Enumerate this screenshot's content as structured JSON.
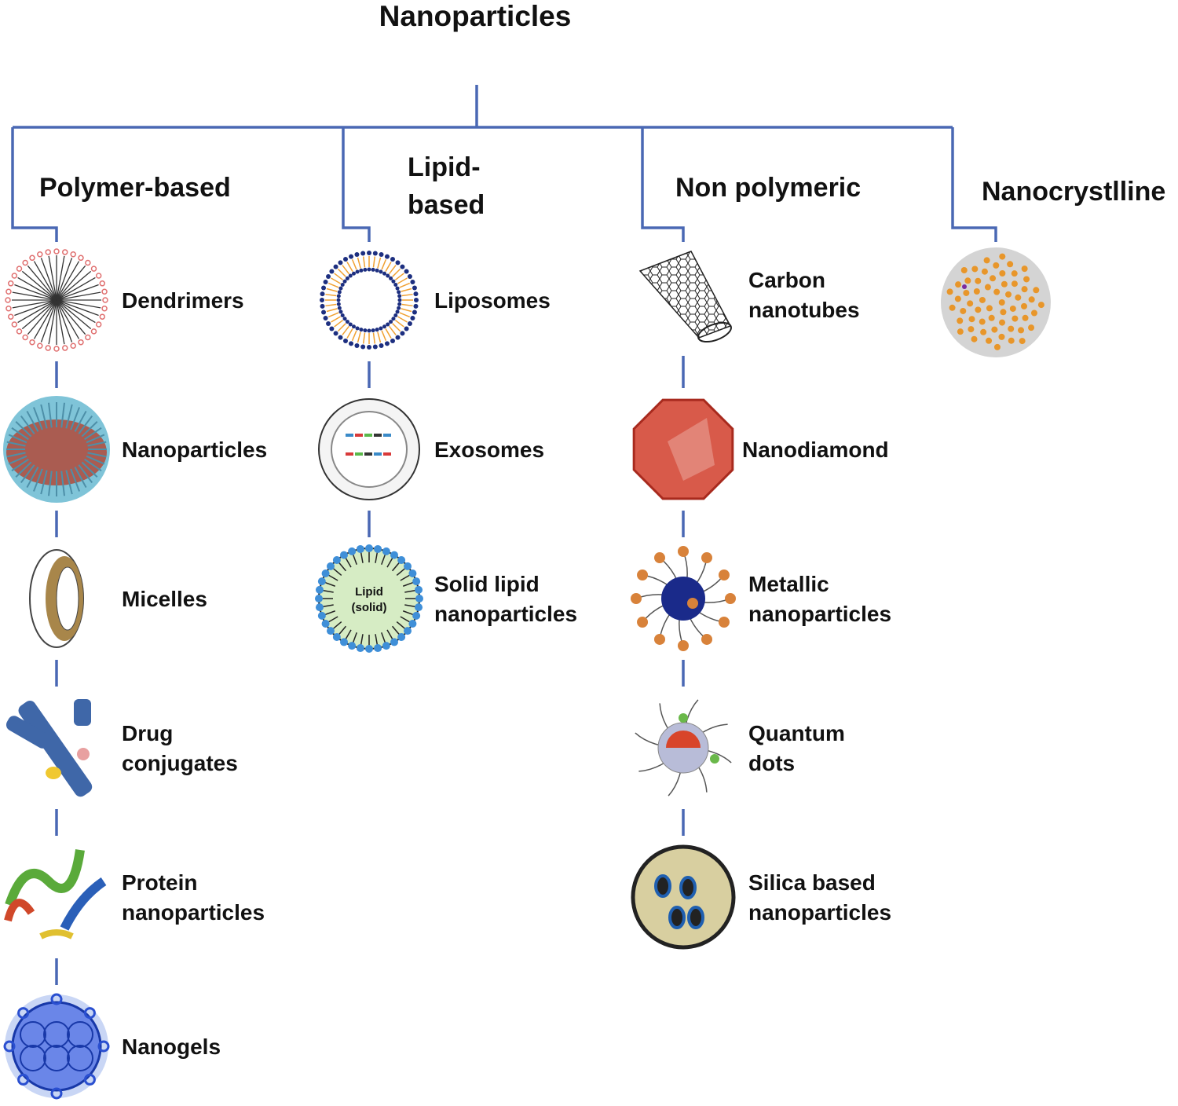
{
  "title": "Nanoparticles",
  "line_color": "#4a68b4",
  "columns": [
    {
      "category": [
        "Polymer-based"
      ],
      "items": [
        {
          "label": [
            "Dendrimers"
          ],
          "icon": "dendrimer-icon",
          "colors": [
            "#ffffff",
            "#e07070",
            "#333333"
          ]
        },
        {
          "label": [
            "Nanoparticles"
          ],
          "icon": "polymer-nanoparticle-icon",
          "colors": [
            "#7fc4d8",
            "#b24a3a",
            "#4d8fa8"
          ]
        },
        {
          "label": [
            "Micelles"
          ],
          "icon": "micelle-icon",
          "colors": [
            "#ffffff",
            "#a8864a",
            "#444444"
          ]
        },
        {
          "label": [
            "Drug",
            "conjugates"
          ],
          "icon": "drug-conjugate-icon",
          "colors": [
            "#ffffff",
            "#3f67a8",
            "#f0c830"
          ]
        },
        {
          "label": [
            "Protein",
            "nanoparticles"
          ],
          "icon": "protein-icon",
          "colors": [
            "#ffffff",
            "#5aaa3a",
            "#d0482a"
          ]
        },
        {
          "label": [
            "Nanogels"
          ],
          "icon": "nanogel-icon",
          "colors": [
            "#c9d6f5",
            "#2a4fd0",
            "#1838a8"
          ]
        }
      ]
    },
    {
      "category": [
        "Lipid-",
        "based"
      ],
      "items": [
        {
          "label": [
            "Liposomes"
          ],
          "icon": "liposome-icon",
          "colors": [
            "#ffffff",
            "#f0a030",
            "#1d2f80"
          ]
        },
        {
          "label": [
            "Exosomes"
          ],
          "icon": "exosome-icon",
          "colors": [
            "#f4f4f4",
            "#888888",
            "#333333"
          ]
        },
        {
          "label": [
            "Solid lipid",
            "nanoparticles"
          ],
          "icon": "solid-lipid-icon",
          "colors": [
            "#d6ecc4",
            "#3f8fd8",
            "#222222"
          ],
          "inner_text": [
            "Lipid",
            "(solid)"
          ]
        }
      ]
    },
    {
      "category": [
        "Non polymeric"
      ],
      "items": [
        {
          "label": [
            "Carbon",
            "nanotubes"
          ],
          "icon": "carbon-nanotube-icon",
          "colors": [
            "#ffffff",
            "#222222",
            "#666666"
          ]
        },
        {
          "label": [
            "Nanodiamond"
          ],
          "icon": "nanodiamond-icon",
          "colors": [
            "#d85a4a",
            "#a82a1e",
            "#e9a096"
          ]
        },
        {
          "label": [
            "Metallic",
            "nanoparticles"
          ],
          "icon": "metallic-nanoparticle-icon",
          "colors": [
            "#1a2a8a",
            "#d8823a",
            "#555555"
          ]
        },
        {
          "label": [
            "Quantum",
            "dots"
          ],
          "icon": "quantum-dot-icon",
          "colors": [
            "#b8bcd8",
            "#d8452a",
            "#6ab84a"
          ]
        },
        {
          "label": [
            "Silica based",
            "nanoparticles"
          ],
          "icon": "silica-nanoparticle-icon",
          "colors": [
            "#d8cfa0",
            "#1f5fb0",
            "#222222"
          ]
        }
      ]
    },
    {
      "category": [
        "Nanocrystlline"
      ],
      "items": [
        {
          "label": [],
          "icon": "nanocrystal-icon",
          "colors": [
            "#d4d4d4",
            "#e8962a",
            "#7a2aa0"
          ]
        }
      ]
    }
  ]
}
